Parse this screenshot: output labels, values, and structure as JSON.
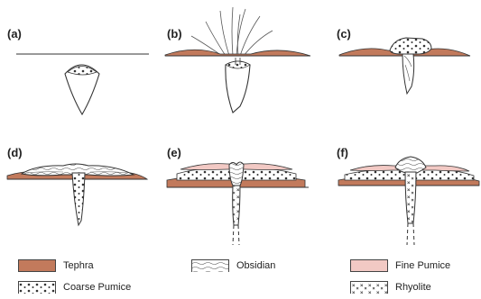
{
  "panels": [
    {
      "label": "(a)"
    },
    {
      "label": "(b)"
    },
    {
      "label": "(c)"
    },
    {
      "label": "(d)"
    },
    {
      "label": "(e)"
    },
    {
      "label": "(f)"
    }
  ],
  "legend": [
    {
      "label": "Tephra",
      "color": "#c27a5c"
    },
    {
      "label": "Obsidian",
      "color": "#ffffff"
    },
    {
      "label": "Fine Pumice",
      "color": "#f2c9c4"
    },
    {
      "label": "Coarse Pumice",
      "color": "#ffffff"
    },
    {
      "label": "Rhyolite",
      "color": "#ffffff"
    }
  ],
  "colors": {
    "tephra": "#c27a5c",
    "fine_pumice": "#f2c9c4",
    "line": "#333333"
  }
}
